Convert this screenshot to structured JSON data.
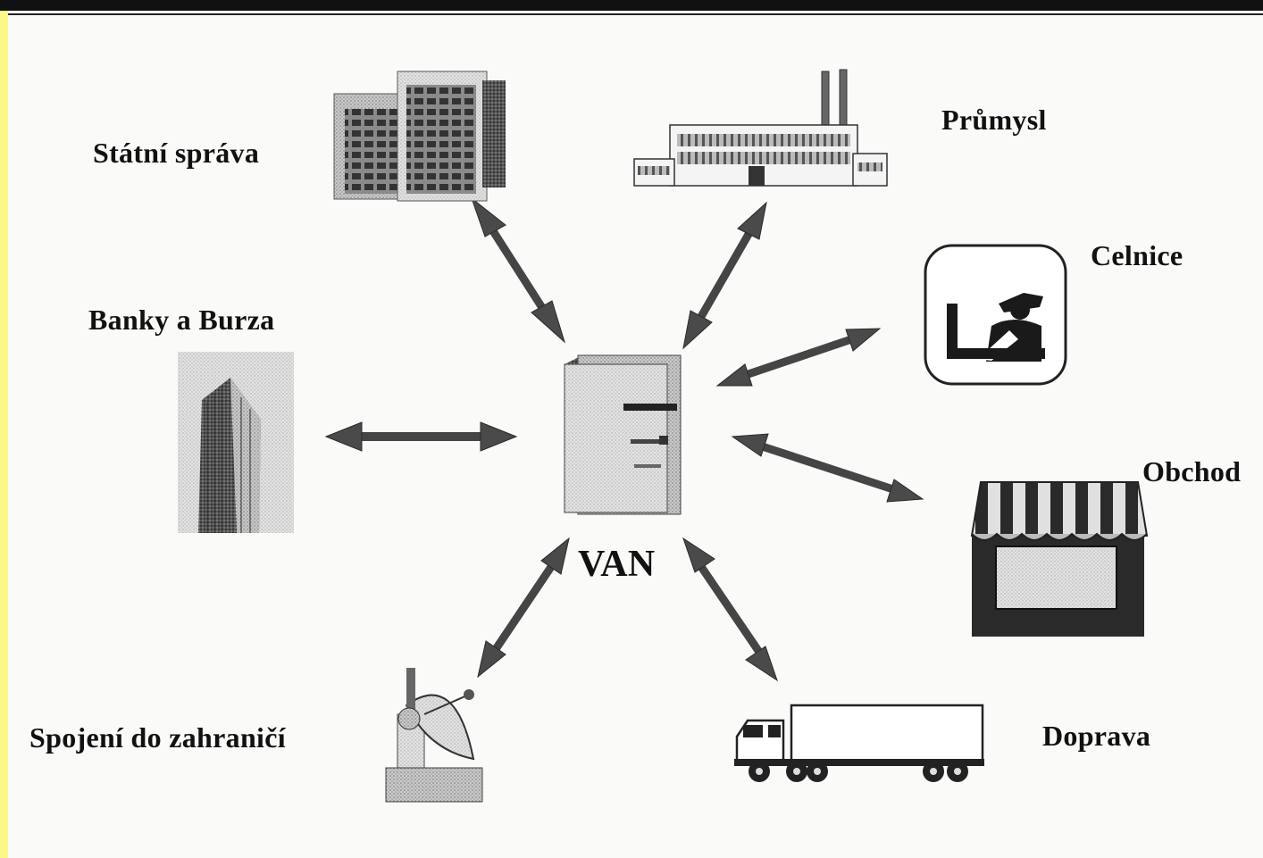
{
  "diagram": {
    "center": {
      "label": "VAN",
      "icon": "server-icon"
    },
    "nodes": [
      {
        "id": "statni-sprava",
        "label": "Státní správa",
        "icon": "office-buildings-icon"
      },
      {
        "id": "prumysl",
        "label": "Průmysl",
        "icon": "factory-icon"
      },
      {
        "id": "celnice",
        "label": "Celnice",
        "icon": "customs-officer-icon"
      },
      {
        "id": "banky-burza",
        "label": "Banky a Burza",
        "icon": "skyscraper-icon"
      },
      {
        "id": "obchod",
        "label": "Obchod",
        "icon": "shop-awning-icon"
      },
      {
        "id": "spojeni",
        "label": "Spojení do zahraničí",
        "icon": "satellite-dish-icon"
      },
      {
        "id": "doprava",
        "label": "Doprava",
        "icon": "truck-icon"
      }
    ],
    "connections": [
      {
        "from": "VAN",
        "to": "statni-sprava",
        "type": "bidirectional"
      },
      {
        "from": "VAN",
        "to": "prumysl",
        "type": "bidirectional"
      },
      {
        "from": "VAN",
        "to": "celnice",
        "type": "bidirectional"
      },
      {
        "from": "VAN",
        "to": "banky-burza",
        "type": "bidirectional"
      },
      {
        "from": "VAN",
        "to": "obchod",
        "type": "bidirectional"
      },
      {
        "from": "VAN",
        "to": "spojeni",
        "type": "bidirectional"
      },
      {
        "from": "VAN",
        "to": "doprava",
        "type": "bidirectional"
      }
    ]
  }
}
